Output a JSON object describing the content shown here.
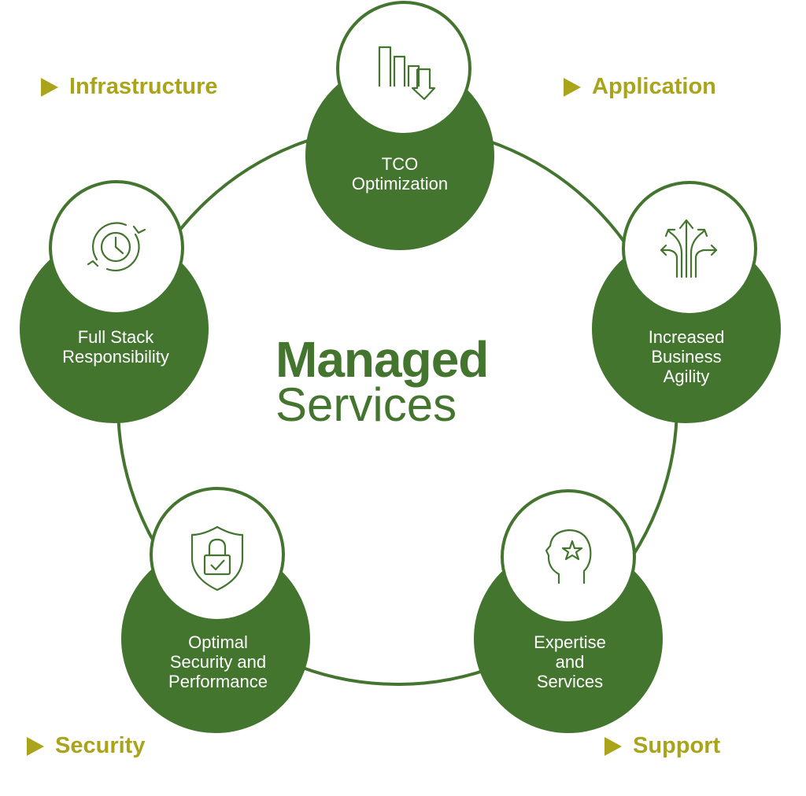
{
  "colors": {
    "primary_green": "#43752f",
    "accent_olive": "#a9a419",
    "white": "#ffffff"
  },
  "center_title": {
    "line1": "Managed",
    "line2": "Services"
  },
  "corner_labels": {
    "top_left": "Infrastructure",
    "top_right": "Application",
    "bottom_left": "Security",
    "bottom_right": "Support"
  },
  "nodes": {
    "tco": {
      "icon": "declining-bars-icon",
      "lines": [
        "TCO",
        "Optimization"
      ]
    },
    "agility": {
      "icon": "split-arrows-icon",
      "lines": [
        "Increased",
        "Business",
        "Agility"
      ]
    },
    "expertise": {
      "icon": "head-star-icon",
      "lines": [
        "Expertise",
        "and",
        "Services"
      ]
    },
    "security": {
      "icon": "shield-lock-icon",
      "lines": [
        "Optimal",
        "Security and",
        "Performance"
      ]
    },
    "fullstack": {
      "icon": "clock-cycle-icon",
      "lines": [
        "Full Stack",
        "Responsibility"
      ]
    }
  }
}
